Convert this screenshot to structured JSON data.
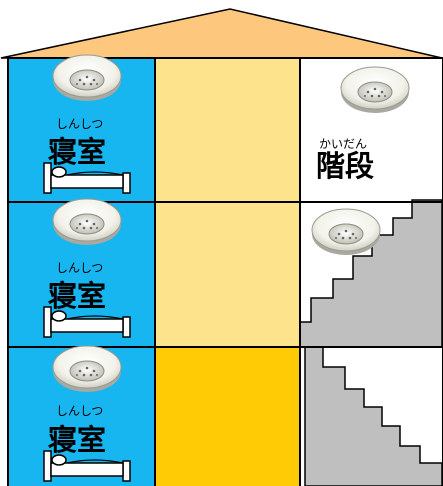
{
  "house": {
    "colors": {
      "roof": "#fdc77e",
      "bedroom": "#18b6f1",
      "hall_upper": "#fde38c",
      "hall_ground": "#fecb05",
      "stair_fill": "#bfbfbf",
      "stair_bg": "#ffffff",
      "outline": "#000000"
    },
    "floors": [
      {
        "bedroom_label": "寝室",
        "bedroom_ruby": "しんしつ",
        "stair_label": "階段",
        "stair_ruby": "かいだん"
      },
      {
        "bedroom_label": "寝室",
        "bedroom_ruby": "しんしつ"
      },
      {
        "bedroom_label": "寝室",
        "bedroom_ruby": "しんしつ"
      }
    ],
    "icons": [
      "smoke-detector-icon",
      "bed-icon",
      "staircase-icon"
    ]
  }
}
